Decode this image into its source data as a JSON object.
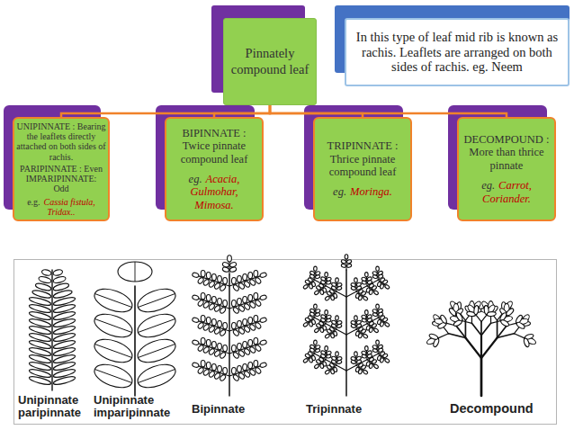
{
  "diagram": {
    "nodes": [
      {
        "text": [
          "Pinnately compound leaf"
        ]
      },
      {
        "text": [
          "In this type of leaf mid rib is known as rachis. Leaflets are arranged on both sides of rachis. eg. Neem"
        ]
      },
      {
        "text": [
          "UNIPINNATE : Bearing the leaflets directly attached on both sides of rachis.",
          "PARIPINNATE : Even",
          "IMPARIPINNATE:",
          "Odd",
          "e.g.",
          "Cassia fistula, Tridax.."
        ]
      },
      {
        "text": [
          "BIPINNATE : Twice pinnate compound leaf",
          "eg.",
          "Acacia, Gulmohar, Mimosa."
        ]
      },
      {
        "text": [
          "TRIPINNATE : Thrice pinnate compound leaf",
          "eg.",
          "Moringa."
        ]
      },
      {
        "text": [
          "DECOMPOUND : More than thrice pinnate",
          "eg.",
          "Carrot, Coriander."
        ]
      }
    ],
    "edges": [
      {
        "from": 0,
        "to": 2,
        "arrow": "none"
      },
      {
        "from": 0,
        "to": 3,
        "arrow": "none"
      },
      {
        "from": 0,
        "to": 4,
        "arrow": "none"
      },
      {
        "from": 0,
        "to": 5,
        "arrow": "none"
      }
    ],
    "labels": [
      "Unipinnate paripinnate",
      "Unipinnate imparipinnate",
      "Bipinnate",
      "Tripinnate",
      "Decompound"
    ]
  }
}
